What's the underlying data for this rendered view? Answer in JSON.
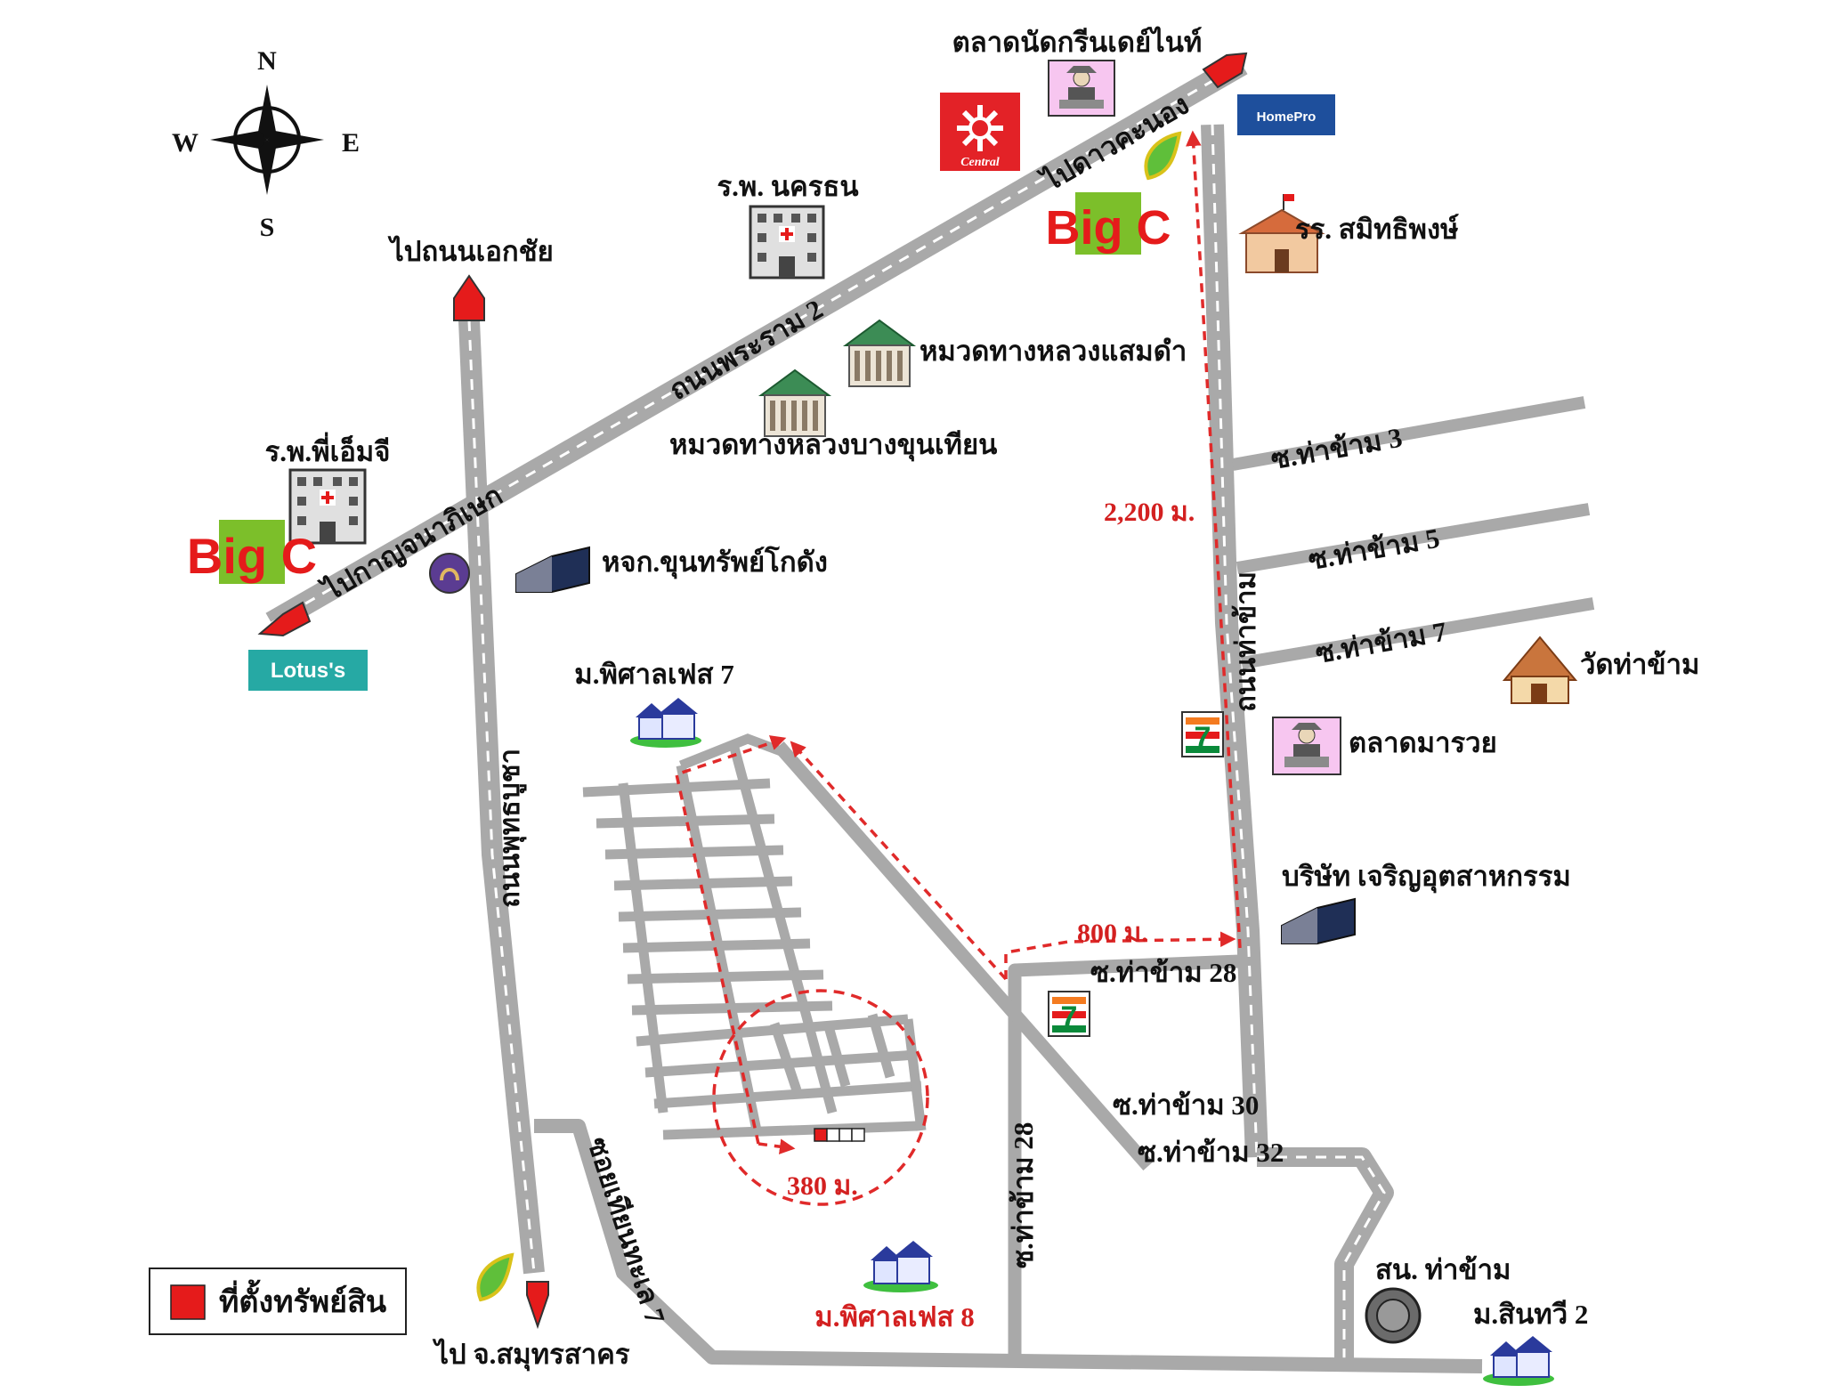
{
  "compass": {
    "north": "N",
    "south": "S",
    "east": "E",
    "west": "W"
  },
  "roads": {
    "rama2": "ถนนพระราม 2",
    "to_dao_khanong": "ไปดาวคะนอง",
    "to_kanchanaphisek": "ไปกาญจนาภิเษก",
    "to_ekkachai": "ไปถนนเอกชัย",
    "to_samut_sakhon": "ไป จ.สมุทรสาคร",
    "left_vertical": "ถนนพุทธบูชา",
    "right_vertical": "ถนนท่าข้าม",
    "soi_tha_kham_3": "ซ.ท่าข้าม 3",
    "soi_tha_kham_5": "ซ.ท่าข้าม 5",
    "soi_tha_kham_7": "ซ.ท่าข้าม 7",
    "soi_tha_kham_28": "ซ.ท่าข้าม 28",
    "soi_tha_kham_28_v": "ซ.ท่าข้าม 28",
    "soi_tha_kham_30": "ซ.ท่าข้าม 30",
    "soi_tha_kham_32": "ซ.ท่าข้าม 32",
    "soi_thian_thale_7": "ซอยเทียนทะเล 7"
  },
  "places": {
    "green_day_night_market": "ตลาดนัดกรีนเดย์ไนท์",
    "nakhon_thon_hospital": "ร.พ. นครธน",
    "bmg_hospital": "ร.พ.พี่เอ็มจี",
    "samitthiphong_school": "รร. สมิทธิพงษ์",
    "highway_dept_samae_dam": "หมวดทางหลวงแสมดำ",
    "highway_dept_bang_khun_thian": "หมวดทางหลวงบางขุนเทียน",
    "khun_sap_warehouse": "หจก.ขุนทรัพย์โกดัง",
    "phisan_phase_7": "ม.พิศาลเฟส 7",
    "phisan_phase_8": "ม.พิศาลเฟส 8",
    "wat_tha_kham": "วัดท่าข้าม",
    "mar_ruay_market": "ตลาดมารวย",
    "charoen_company": "บริษัท เจริญอุตสาหกรรม",
    "tha_kham_police": "สน. ท่าข้าม",
    "sinthawee_2": "ม.สินทวี 2"
  },
  "brands": {
    "central_label": "Central",
    "homepro_label": "HomePro",
    "bigc_label": "Big C",
    "lotus_label": "Lotus's"
  },
  "distances": {
    "d2200": "2,200 ม.",
    "d800": "800 ม.",
    "d380": "380 ม."
  },
  "legend": {
    "label": "ที่ตั้งทรัพย์สิน"
  },
  "colors": {
    "road": "#a9a9a9",
    "route": "#e02a2a",
    "arrow": "#e51b1b",
    "property": "#e51b1b",
    "lotus": "#26a9a4",
    "bigc_bg": "#7cbf2a",
    "central": "#e32227",
    "homepro": "#1e4f9c"
  }
}
